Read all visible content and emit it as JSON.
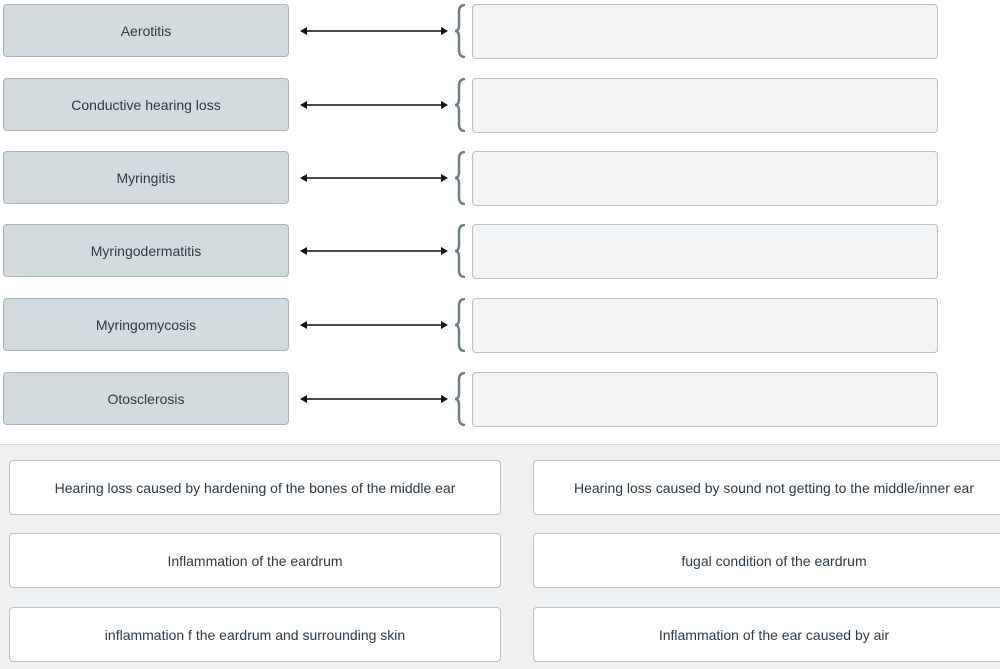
{
  "terms": [
    "Aerotitis",
    "Conductive hearing loss",
    "Myringitis",
    "Myringodermatitis",
    "Myringomycosis",
    "Otosclerosis"
  ],
  "answer_bank": [
    "Hearing loss caused by hardening of the bones of the middle ear",
    "Hearing loss caused by sound not getting to the middle/inner ear",
    "Inflammation of the eardrum",
    "fugal condition of the eardrum",
    "inflammation f the eardrum and surrounding skin",
    "Inflammation of the ear caused by air"
  ],
  "icons": {
    "connector": "double-arrow-icon",
    "brace": "brace-icon"
  },
  "colors": {
    "term_bg": "#d3dbdf",
    "drop_bg": "#f2f3f5",
    "bank_bg": "#eef0f1",
    "brace": "#6f7f88"
  }
}
